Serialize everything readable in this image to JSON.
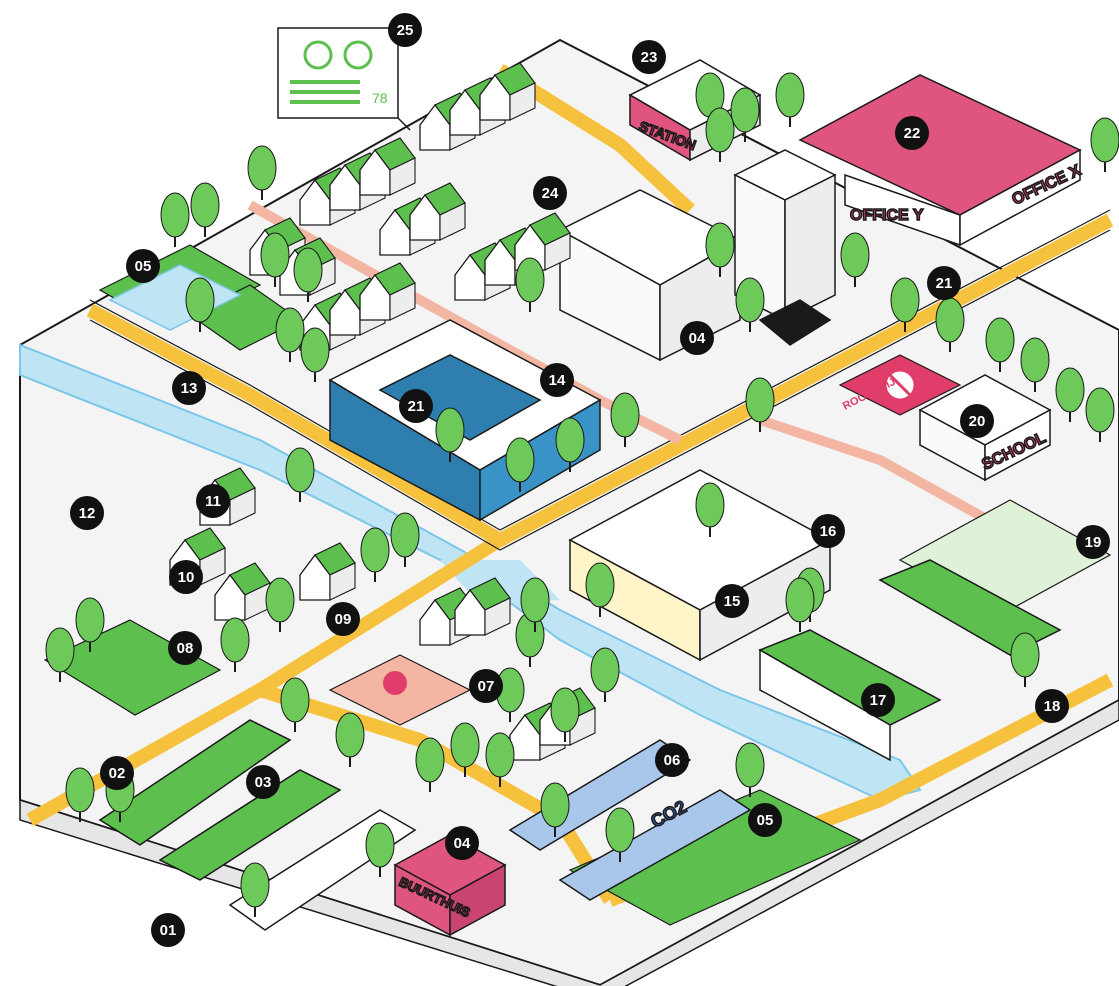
{
  "colors": {
    "water": "#bfe4f4",
    "waterEdge": "#7cc6e8",
    "grass": "#5cbf4e",
    "tree": "#6cc95a",
    "road": "#f6c23e",
    "pinkPath": "#f3b6a3",
    "pinkBuilding": "#e0557f",
    "blueBuilding": "#2e7fb0",
    "ground": "#f3f3f3",
    "outline": "#1a1a1a"
  },
  "markers": [
    {
      "id": "01",
      "label": "01"
    },
    {
      "id": "02",
      "label": "02"
    },
    {
      "id": "03",
      "label": "03"
    },
    {
      "id": "04a",
      "label": "04"
    },
    {
      "id": "04b",
      "label": "04"
    },
    {
      "id": "05a",
      "label": "05"
    },
    {
      "id": "05b",
      "label": "05"
    },
    {
      "id": "06",
      "label": "06"
    },
    {
      "id": "07",
      "label": "07"
    },
    {
      "id": "08",
      "label": "08"
    },
    {
      "id": "09",
      "label": "09"
    },
    {
      "id": "10",
      "label": "10"
    },
    {
      "id": "11",
      "label": "11"
    },
    {
      "id": "12",
      "label": "12"
    },
    {
      "id": "13",
      "label": "13"
    },
    {
      "id": "14",
      "label": "14"
    },
    {
      "id": "15",
      "label": "15"
    },
    {
      "id": "16",
      "label": "16"
    },
    {
      "id": "17",
      "label": "17"
    },
    {
      "id": "18",
      "label": "18"
    },
    {
      "id": "19",
      "label": "19"
    },
    {
      "id": "20",
      "label": "20"
    },
    {
      "id": "21a",
      "label": "21"
    },
    {
      "id": "21b",
      "label": "21"
    },
    {
      "id": "22",
      "label": "22"
    },
    {
      "id": "23",
      "label": "23"
    },
    {
      "id": "24",
      "label": "24"
    },
    {
      "id": "25",
      "label": "25"
    }
  ],
  "signs": {
    "station": "STATION",
    "officeY": "OFFICE Y",
    "officeX": "OFFICE X",
    "school": "SCHOOL",
    "rookvrij": "ROOKVRIJ",
    "buurthuis": "BUURTHUIS",
    "co2": "CO2",
    "panelScore": "78"
  },
  "icons": [
    "heart-icon",
    "clover-icon",
    "no-smoking-icon",
    "accessibility-icon",
    "person-icon",
    "phone-icon",
    "bicycle-icon"
  ]
}
